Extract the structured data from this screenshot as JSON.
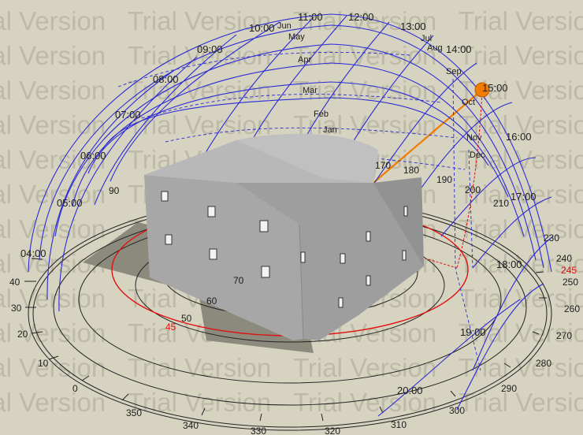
{
  "watermark_text": "Trial Version",
  "colors": {
    "background": "#d6d3c1",
    "sunpath_grid": "#2b2bd6",
    "azimuth_rings": "#222222",
    "highlight_ring": "#e01010",
    "sun": "#f07d00",
    "building": "#a9a9a9"
  },
  "azimuth_labels": [
    "0",
    "10",
    "20",
    "30",
    "40",
    "45",
    "50",
    "60",
    "70",
    "90",
    "170",
    "180",
    "190",
    "200",
    "210",
    "230",
    "240",
    "245",
    "250",
    "260",
    "270",
    "280",
    "290",
    "300",
    "310",
    "320",
    "330",
    "340",
    "350"
  ],
  "hour_labels": [
    "04:00",
    "05:00",
    "06:00",
    "07:00",
    "08:00",
    "09:00",
    "10:00",
    "11:00",
    "12:00",
    "13:00",
    "14:00",
    "15:00",
    "16:00",
    "17:00",
    "18:00",
    "19:00",
    "20:00"
  ],
  "month_labels": [
    "Jun",
    "May",
    "Apr",
    "Mar",
    "Feb",
    "Jan",
    "Jul",
    "Aug",
    "Sep",
    "Oct",
    "Nov",
    "Dec"
  ],
  "highlight_azimuth": "245"
}
